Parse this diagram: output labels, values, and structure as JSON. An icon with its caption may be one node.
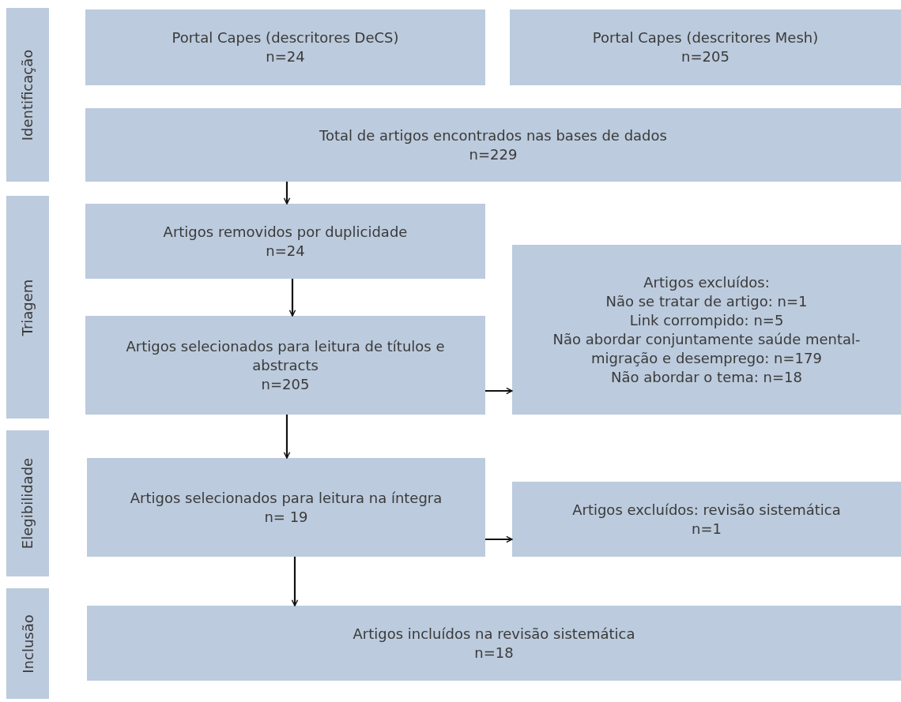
{
  "diagram": {
    "nodes": [
      {
        "text": [
          "Identificação"
        ]
      },
      {
        "text": [
          "Portal Capes (descritores DeCS)",
          "n=24"
        ]
      },
      {
        "text": [
          "Portal Capes (descritores Mesh)",
          "n=205"
        ]
      },
      {
        "text": [
          "Total de artigos encontrados nas bases de dados",
          "n=229"
        ]
      },
      {
        "text": [
          "Triagem"
        ]
      },
      {
        "text": [
          "Artigos removidos por duplicidade",
          "n=24"
        ]
      },
      {
        "text": [
          "Artigos selecionados para leitura de títulos e abstracts",
          "n=205"
        ]
      },
      {
        "text": [
          "Artigos excluídos:",
          "Não se tratar de artigo: n=1",
          "Link corrompido: n=5",
          "Não abordar conjuntamente saúde mental- migração e desemprego: n=179",
          "Não abordar o tema: n=18"
        ]
      },
      {
        "text": [
          "Elegibilidade"
        ]
      },
      {
        "text": [
          "Artigos selecionados para leitura na íntegra",
          "n= 19"
        ]
      },
      {
        "text": [
          "Artigos excluídos: revisão sistemática",
          "n=1"
        ]
      },
      {
        "text": [
          "Inclusão"
        ]
      },
      {
        "text": [
          "Artigos incluídos na revisão sistemática",
          "n=18"
        ]
      }
    ],
    "edges": [
      {
        "from": 3,
        "to": 5,
        "arrow": "to"
      },
      {
        "from": 5,
        "to": 6,
        "arrow": "to"
      },
      {
        "from": 6,
        "to": 7,
        "arrow": "to"
      },
      {
        "from": 6,
        "to": 9,
        "arrow": "to"
      },
      {
        "from": 9,
        "to": 10,
        "arrow": "to"
      },
      {
        "from": 9,
        "to": 12,
        "arrow": "to"
      }
    ]
  }
}
